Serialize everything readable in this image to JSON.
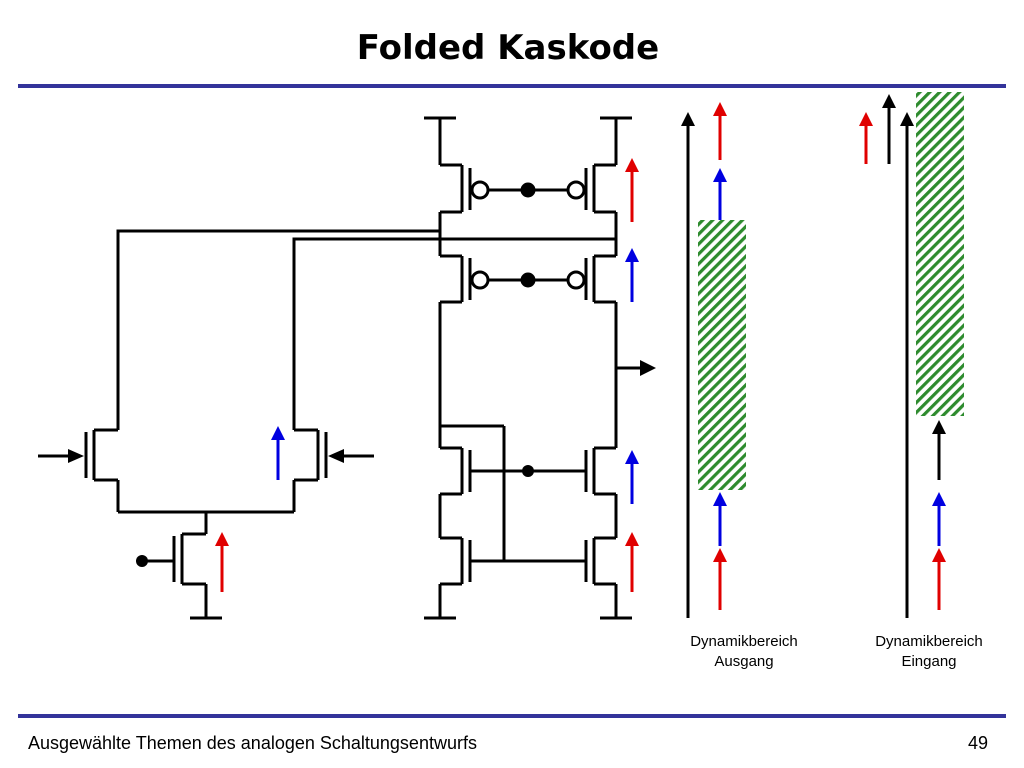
{
  "title": "Folded Kaskode",
  "footer": {
    "text": "Ausgewählte Themen des analogen Schaltungsentwurfs",
    "page_number": "49"
  },
  "captions": {
    "output": {
      "line1": "Dynamikbereich",
      "line2": "Ausgang"
    },
    "input": {
      "line1": "Dynamikbereich",
      "line2": "Eingang"
    }
  },
  "colors": {
    "rule": "#33339a",
    "wire": "#000000",
    "arrow_red": "#e00000",
    "arrow_blue": "#0000e0",
    "hatch_green": "#2e8b2e"
  }
}
